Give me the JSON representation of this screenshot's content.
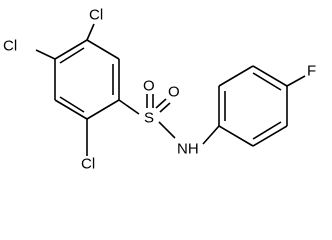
{
  "molecule": {
    "atoms": {
      "cl_top_left": "Cl",
      "cl_top_right": "Cl",
      "cl_bottom": "Cl",
      "sulfur": "S",
      "oxygen_left": "O",
      "oxygen_right": "O",
      "nh": "NH",
      "fluorine": "F"
    }
  }
}
